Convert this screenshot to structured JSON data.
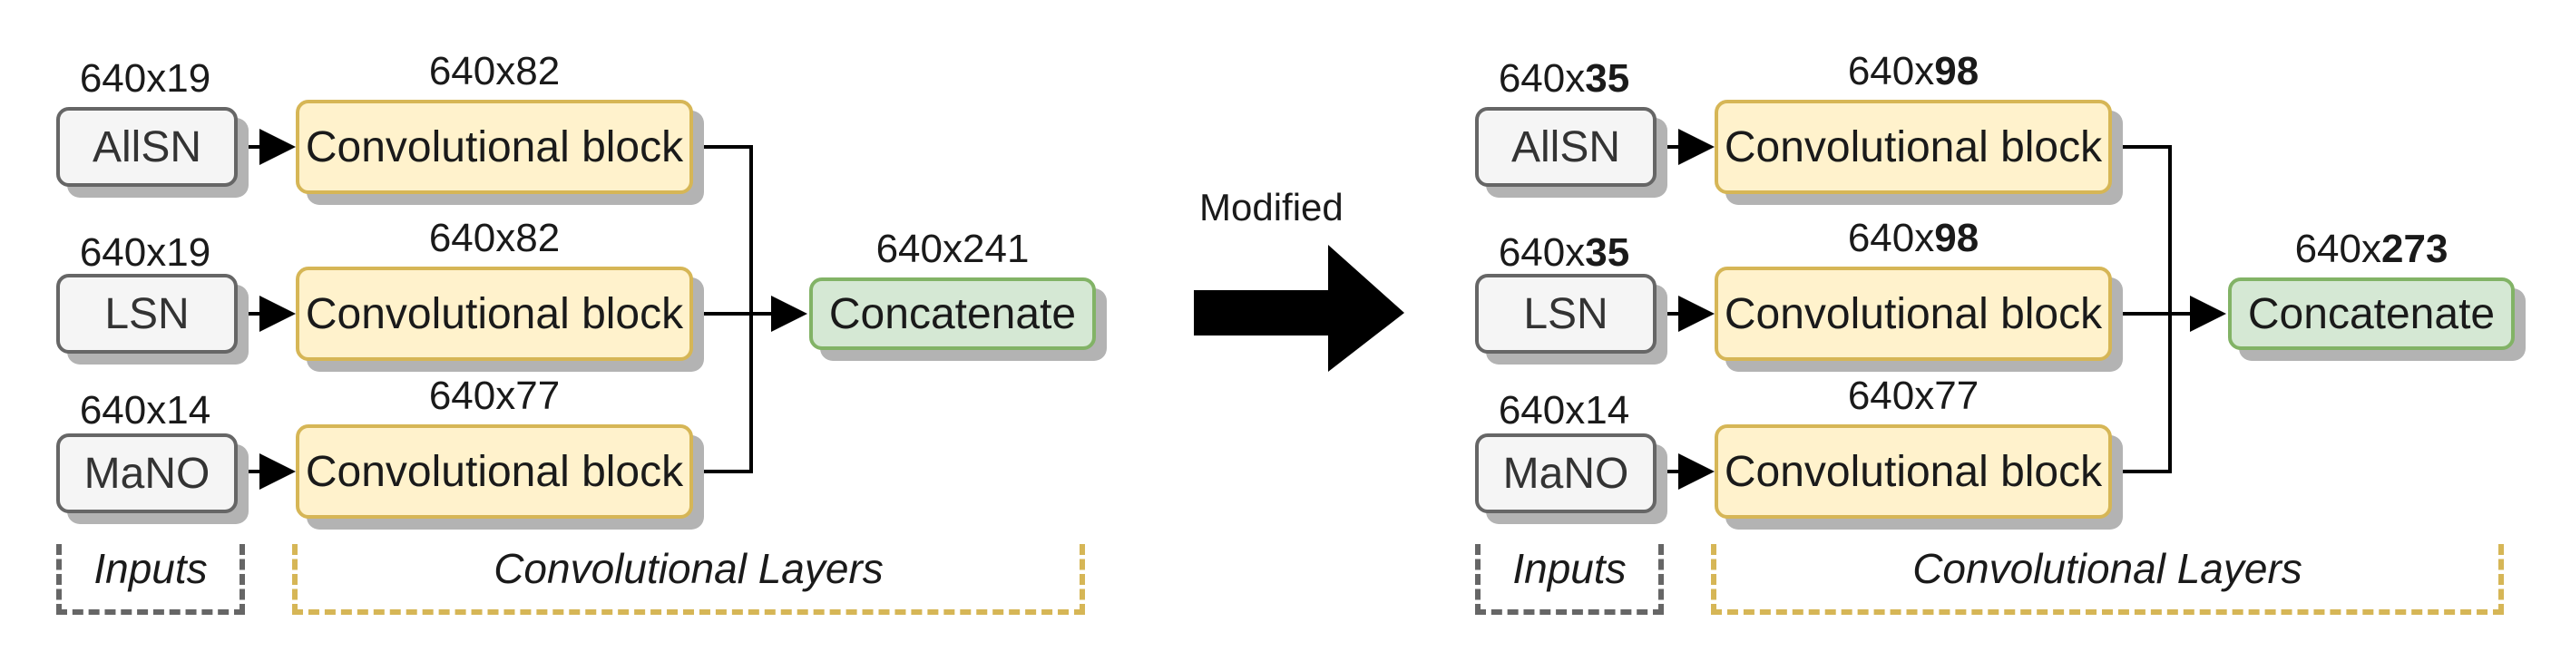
{
  "left": {
    "inputs": [
      {
        "label": "AllSN",
        "dim_prefix": "640x",
        "dim_value": "19",
        "dim_bold": false
      },
      {
        "label": "LSN",
        "dim_prefix": "640x",
        "dim_value": "19",
        "dim_bold": false
      },
      {
        "label": "MaNO",
        "dim_prefix": "640x",
        "dim_value": "14",
        "dim_bold": false
      }
    ],
    "convs": [
      {
        "label": "Convolutional block",
        "dim_prefix": "640x",
        "dim_value": "82",
        "dim_bold": false
      },
      {
        "label": "Convolutional block",
        "dim_prefix": "640x",
        "dim_value": "82",
        "dim_bold": false
      },
      {
        "label": "Convolutional block",
        "dim_prefix": "640x",
        "dim_value": "77",
        "dim_bold": false
      }
    ],
    "concat": {
      "label": "Concatenate",
      "dim_prefix": "640x",
      "dim_value": "241",
      "dim_bold": false
    },
    "group_inputs": "Inputs",
    "group_conv": "Convolutional Layers"
  },
  "transition": {
    "label": "Modified"
  },
  "right": {
    "inputs": [
      {
        "label": "AllSN",
        "dim_prefix": "640x",
        "dim_value": "35",
        "dim_bold": true
      },
      {
        "label": "LSN",
        "dim_prefix": "640x",
        "dim_value": "35",
        "dim_bold": true
      },
      {
        "label": "MaNO",
        "dim_prefix": "640x",
        "dim_value": "14",
        "dim_bold": false
      }
    ],
    "convs": [
      {
        "label": "Convolutional block",
        "dim_prefix": "640x",
        "dim_value": "98",
        "dim_bold": true
      },
      {
        "label": "Convolutional block",
        "dim_prefix": "640x",
        "dim_value": "98",
        "dim_bold": true
      },
      {
        "label": "Convolutional block",
        "dim_prefix": "640x",
        "dim_value": "77",
        "dim_bold": false
      }
    ],
    "concat": {
      "label": "Concatenate",
      "dim_prefix": "640x",
      "dim_value": "273",
      "dim_bold": true
    },
    "group_inputs": "Inputs",
    "group_conv": "Convolutional Layers"
  }
}
